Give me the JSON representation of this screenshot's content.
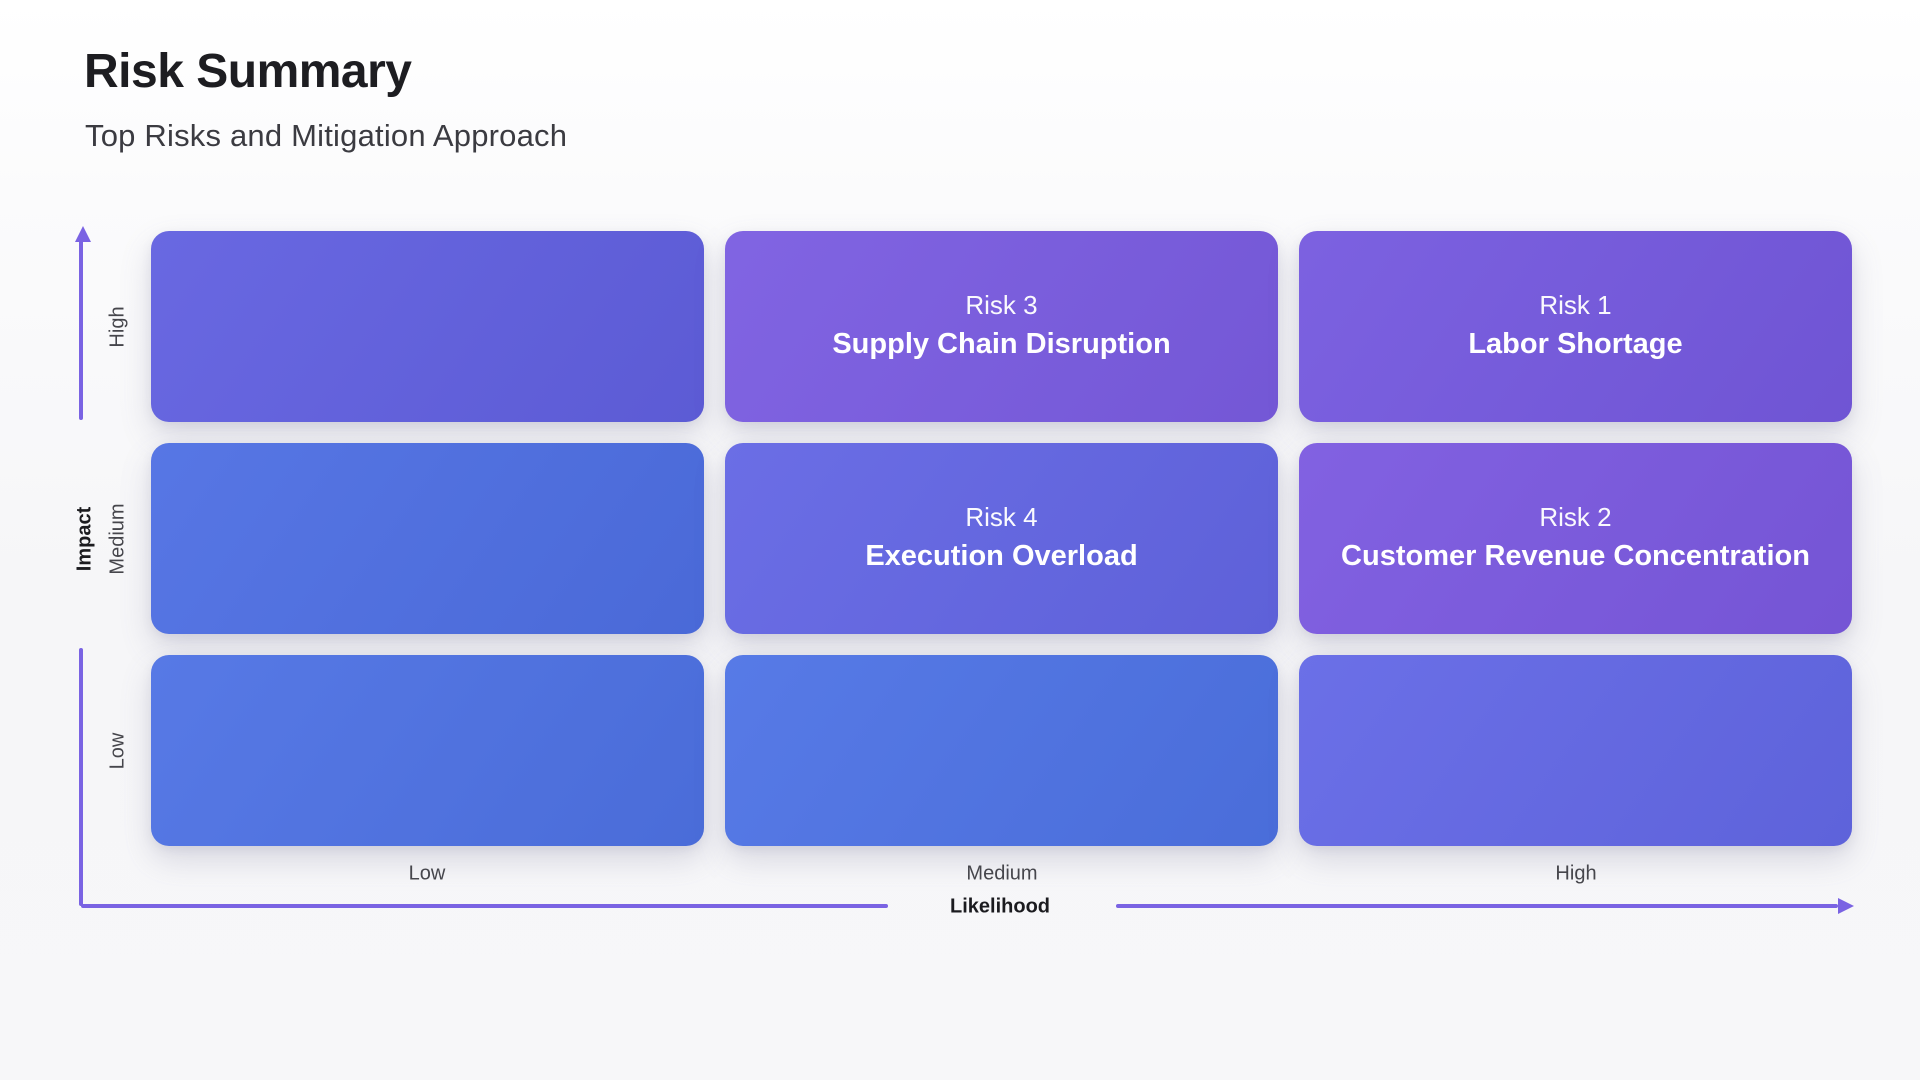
{
  "header": {
    "title": "Risk Summary",
    "subtitle": "Top Risks and Mitigation Approach"
  },
  "matrix": {
    "axis_color": "#7a63e3",
    "y_axis": {
      "label": "Impact",
      "ticks": [
        "High",
        "Medium",
        "Low"
      ]
    },
    "x_axis": {
      "label": "Likelihood",
      "ticks": [
        "Low",
        "Medium",
        "High"
      ]
    },
    "rows": [
      {
        "impact": "High",
        "cells": [
          {
            "color": "#6160e0",
            "line1": "",
            "line2": ""
          },
          {
            "color": "#7a5ce1",
            "line1": "Risk 3",
            "line2": "Supply Chain Disruption"
          },
          {
            "color": "#7559df",
            "line1": "Risk 1",
            "line2": "Labor Shortage"
          }
        ]
      },
      {
        "impact": "Medium",
        "cells": [
          {
            "color": "#4e6fe3",
            "line1": "",
            "line2": ""
          },
          {
            "color": "#6366e4",
            "line1": "Risk 4",
            "line2": "Execution Overload"
          },
          {
            "color": "#7b59e0",
            "line1": "Risk 2",
            "line2": "Customer Revenue Concentration"
          }
        ]
      },
      {
        "impact": "Low",
        "cells": [
          {
            "color": "#4e72e4",
            "line1": "",
            "line2": ""
          },
          {
            "color": "#4e73e5",
            "line1": "",
            "line2": ""
          },
          {
            "color": "#6368e6",
            "line1": "",
            "line2": ""
          }
        ]
      }
    ]
  },
  "chart_data": {
    "type": "heatmap",
    "title": "Risk Summary",
    "subtitle": "Top Risks and Mitigation Approach",
    "xlabel": "Likelihood",
    "ylabel": "Impact",
    "x_categories": [
      "Low",
      "Medium",
      "High"
    ],
    "y_categories": [
      "High",
      "Medium",
      "Low"
    ],
    "cell_colors": [
      [
        "#6160e0",
        "#7a5ce1",
        "#7559df"
      ],
      [
        "#4e6fe3",
        "#6366e4",
        "#7b59e0"
      ],
      [
        "#4e72e4",
        "#4e73e5",
        "#6368e6"
      ]
    ],
    "points": [
      {
        "name": "Risk 1",
        "description": "Labor Shortage",
        "likelihood": "High",
        "impact": "High"
      },
      {
        "name": "Risk 2",
        "description": "Customer Revenue Concentration",
        "likelihood": "High",
        "impact": "Medium"
      },
      {
        "name": "Risk 3",
        "description": "Supply Chain Disruption",
        "likelihood": "Medium",
        "impact": "High"
      },
      {
        "name": "Risk 4",
        "description": "Execution Overload",
        "likelihood": "Medium",
        "impact": "Medium"
      }
    ],
    "legend": null,
    "grid": false
  }
}
